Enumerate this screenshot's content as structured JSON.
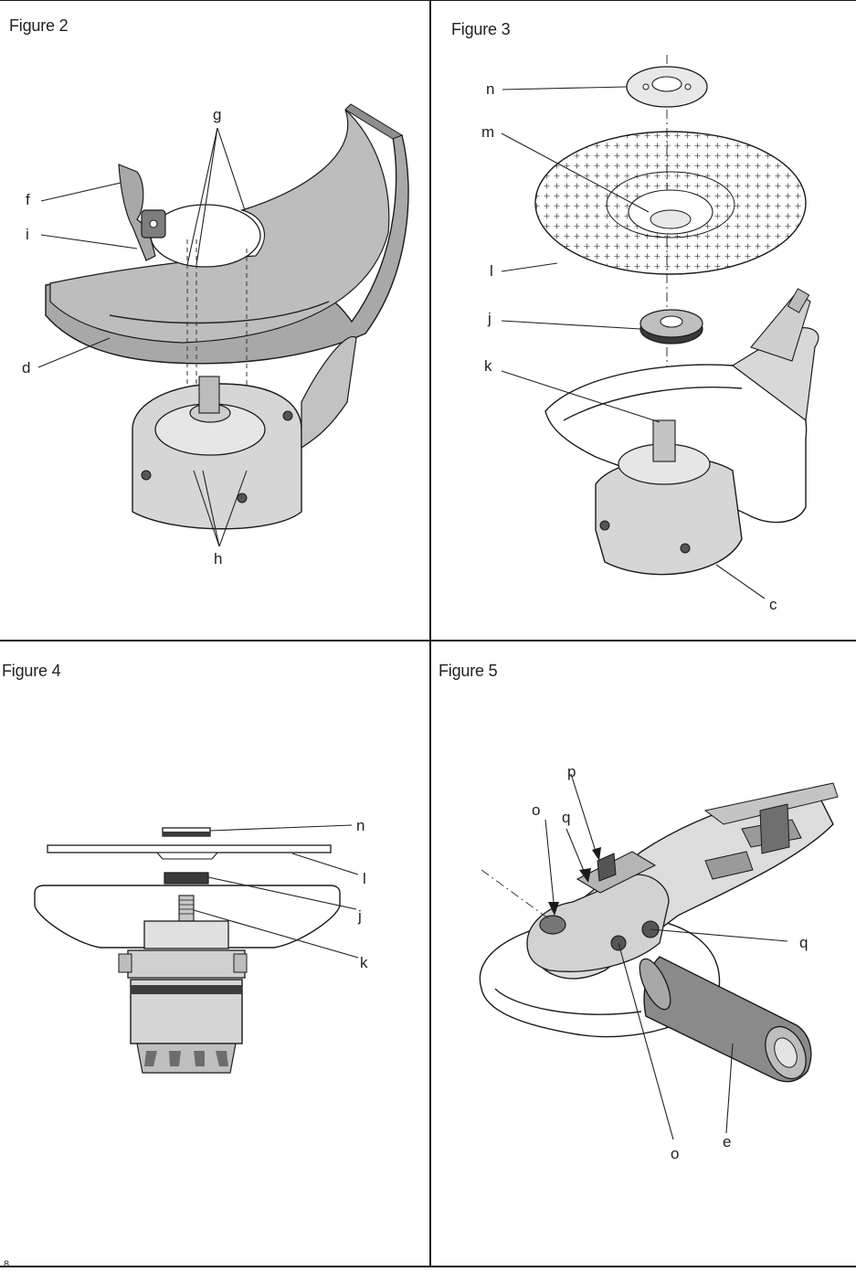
{
  "figures": [
    {
      "id": "fig2",
      "title": "Figure 2",
      "labels": [
        "g",
        "f",
        "i",
        "d",
        "h"
      ]
    },
    {
      "id": "fig3",
      "title": "Figure 3",
      "labels": [
        "n",
        "m",
        "l",
        "j",
        "k",
        "c"
      ]
    },
    {
      "id": "fig4",
      "title": "Figure 4",
      "labels": [
        "n",
        "l",
        "j",
        "k"
      ]
    },
    {
      "id": "fig5",
      "title": "Figure 5",
      "labels": [
        "p",
        "o",
        "q",
        "q",
        "o",
        "e"
      ]
    }
  ],
  "page_number": "8",
  "colors": {
    "line": "#1a1a1a",
    "guard_fill": "#a8a8a8",
    "guard_dark": "#7d7d7d",
    "tool_fill": "#d6d6d6",
    "handle_fill": "#8a8a8a"
  }
}
